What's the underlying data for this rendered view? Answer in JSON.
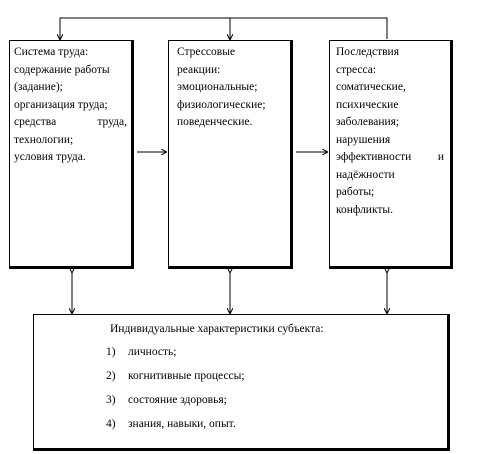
{
  "box_system": {
    "lines": [
      "Система труда:",
      "содержание работы",
      "(задание);",
      "организация труда;",
      [
        "средства",
        "труда,"
      ],
      "технологии;",
      "условия труда."
    ]
  },
  "box_stress": {
    "lines": [
      "Стрессовые",
      "реакции:",
      "эмоциональные;",
      "физиологические;",
      "поведенческие."
    ]
  },
  "box_consequences": {
    "lines": [
      "Последствия",
      "стресса:",
      "соматические,",
      "психические",
      "заболевания;",
      "нарушения",
      [
        "эффективности",
        "и"
      ],
      "надёжности",
      "работы;",
      "конфликты."
    ]
  },
  "box_individual": {
    "title": "Индивидуальные характеристики субъекта:",
    "items": [
      {
        "num": "1)",
        "text": "личность;"
      },
      {
        "num": "2)",
        "text": "когнитивные процессы;"
      },
      {
        "num": "3)",
        "text": "состояние здоровья;"
      },
      {
        "num": "4)",
        "text": "знания, навыки, опыт."
      }
    ]
  }
}
